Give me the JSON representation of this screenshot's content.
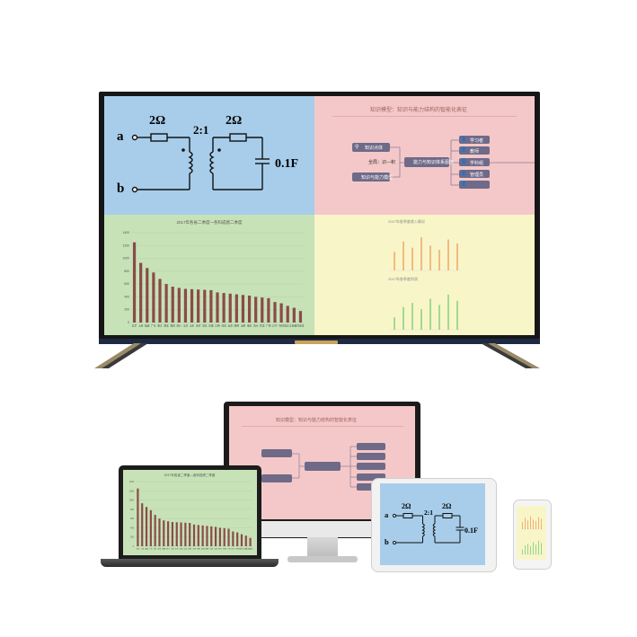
{
  "circuit": {
    "node_a": "a",
    "node_b": "b",
    "r1": "2Ω",
    "ratio": "2:1",
    "r2": "2Ω",
    "cap": "0.1F"
  },
  "knowledge_map": {
    "title": "知识模型：知识与能力结构的智能化表征",
    "left_nodes": [
      "知识点体",
      "知识与能力模型"
    ],
    "center_label": "全局：识—积",
    "center_node": "能力与知识体系图示",
    "right_nodes": [
      "学习者",
      "教师",
      "学科组",
      "管理员",
      ""
    ]
  },
  "bar_chart_title": "2017年各省二季度—各科成绩二季度",
  "chart_data": {
    "type": "bar",
    "title": "2017年各省二季度—各科成绩二季度",
    "categories": [
      "北京",
      "上海",
      "福建",
      "广东",
      "浙江",
      "湖北",
      "湖南",
      "四川",
      "江苏",
      "山东",
      "天津",
      "河北",
      "安徽",
      "江西",
      "河南",
      "云南",
      "陕西",
      "山西",
      "重庆",
      "贵州",
      "甘肃",
      "广西",
      "辽宁",
      "吉林",
      "黑龙江",
      "新疆",
      "内蒙古"
    ],
    "values": [
      1250,
      930,
      850,
      780,
      680,
      600,
      560,
      540,
      525,
      520,
      515,
      510,
      505,
      470,
      460,
      450,
      440,
      430,
      420,
      400,
      390,
      380,
      320,
      300,
      260,
      230,
      180
    ],
    "ylim": [
      0,
      1400
    ],
    "yticks": [
      "1400",
      "1200",
      "1000",
      "800",
      "600",
      "400",
      "200",
      "0"
    ],
    "color": "#8b4a4a",
    "background": "#c7e2b7"
  },
  "yellow_panel": {
    "chart1_title": "2017年各季度收入情况",
    "chart2_title": "2017年各季度利润",
    "chart1_values": [
      45,
      70,
      55,
      80,
      60,
      50,
      75,
      65
    ],
    "chart2_values": [
      30,
      55,
      65,
      50,
      75,
      60,
      85,
      70
    ],
    "colors": {
      "orange": "#f0a060",
      "green": "#7ccf7c"
    }
  },
  "colors": {
    "blue_panel": "#a7cdea",
    "pink_panel": "#f4c8c8",
    "green_panel": "#c7e2b7",
    "yellow_panel": "#f8f5c9",
    "node_fill": "#6f6a88"
  }
}
